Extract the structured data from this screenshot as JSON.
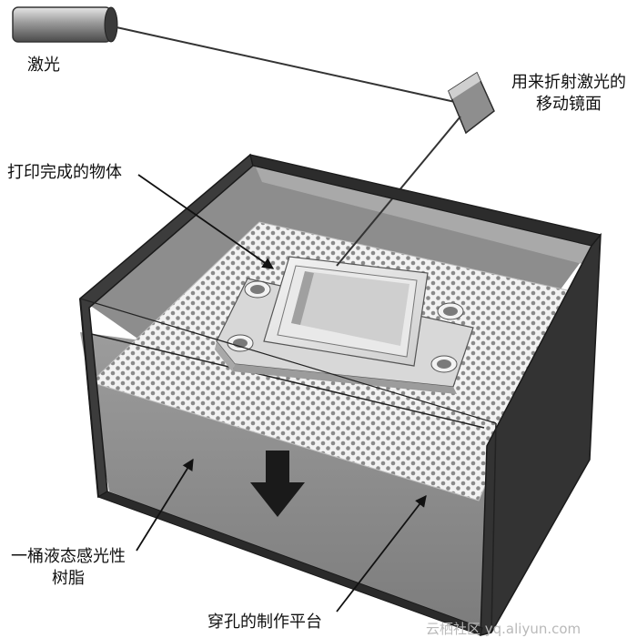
{
  "labels": {
    "laser": "激光",
    "mirror_line1": "用来折射激光的",
    "mirror_line2": "移动镜面",
    "printed_object": "打印完成的物体",
    "resin_line1": "一桶液态感光性",
    "resin_line2": "树脂",
    "platform": "穿孔的制作平台"
  },
  "watermark": "云栖社区 yq.aliyun.com"
}
